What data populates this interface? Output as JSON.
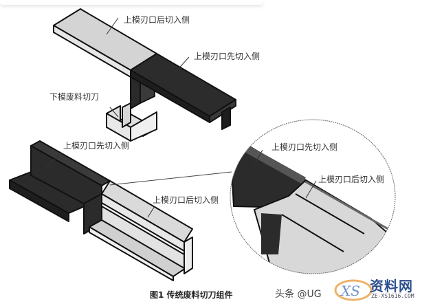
{
  "figure": {
    "caption": "图1 传统废料切刀组件",
    "labels": {
      "top_rear_edge": "上模刃口后切入侧",
      "top_front_edge": "上模刃口先切入侧",
      "lower_scrap_cutter": "下模废料切刀",
      "bottom_front_edge": "上模刃口先切入侧",
      "bottom_rear_edge": "上模刃口后切入侧",
      "detail_front_edge": "上模刃口先切入侧",
      "detail_rear_edge": "上模刃口后切入侧"
    }
  },
  "source": {
    "attribution": "头条 @UG",
    "watermark_main": "资料网",
    "watermark_url": "ZE-XS1616.COM"
  },
  "colors": {
    "dark_part": "#2b2b2b",
    "light_part": "#d6d6d6",
    "outline": "#111111",
    "watermark": "#2d4f8e"
  }
}
